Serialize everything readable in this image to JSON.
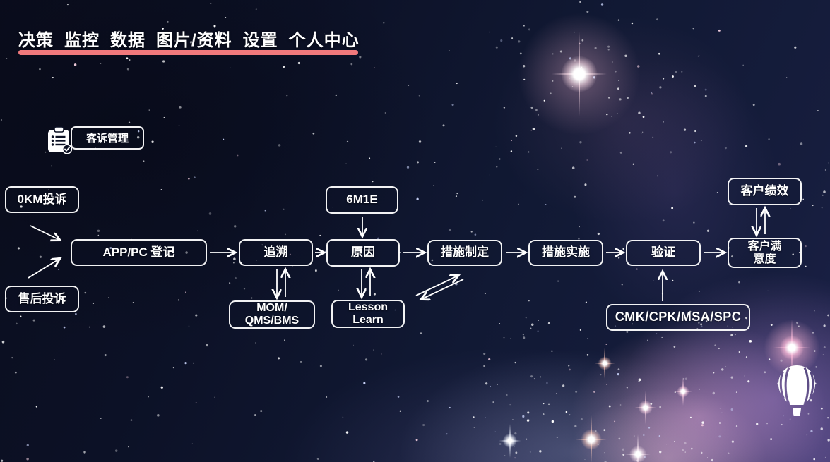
{
  "nav": {
    "items": [
      "决策",
      "监控",
      "数据",
      "图片/资料",
      "设置",
      "个人中心"
    ],
    "underline_color": "#f1797c"
  },
  "legend": {
    "label": "客诉管理",
    "icon": "clipboard-check-icon"
  },
  "flowchart": {
    "nodes": {
      "okm": {
        "label": "0KM投诉"
      },
      "after_sales": {
        "label": "售后投诉"
      },
      "register": {
        "label": "APP/PC 登记"
      },
      "trace": {
        "label": "追溯"
      },
      "m6e1": {
        "label": "6M1E"
      },
      "cause": {
        "label": "原因"
      },
      "plan": {
        "label": "措施制定"
      },
      "implement": {
        "label": "措施实施"
      },
      "verify": {
        "label": "验证"
      },
      "satisfaction": {
        "line1": "客户满",
        "line2": "意度"
      },
      "performance": {
        "label": "客户绩效"
      },
      "mom": {
        "line1": "MOM/",
        "line2": "QMS/BMS"
      },
      "lesson": {
        "line1": "Lesson",
        "line2": "Learn"
      },
      "cmk": {
        "label": "CMK/CPK/MSA/SPC"
      }
    },
    "edges": [
      {
        "from": "okm",
        "to": "register"
      },
      {
        "from": "after_sales",
        "to": "register"
      },
      {
        "from": "register",
        "to": "trace"
      },
      {
        "from": "trace",
        "to": "cause"
      },
      {
        "from": "cause",
        "to": "plan"
      },
      {
        "from": "plan",
        "to": "implement"
      },
      {
        "from": "implement",
        "to": "verify"
      },
      {
        "from": "verify",
        "to": "satisfaction"
      },
      {
        "from": "m6e1",
        "to": "cause"
      },
      {
        "from": "trace",
        "to": "mom"
      },
      {
        "from": "mom",
        "to": "trace"
      },
      {
        "from": "cause",
        "to": "lesson"
      },
      {
        "from": "lesson",
        "to": "cause"
      },
      {
        "from": "performance",
        "to": "satisfaction"
      },
      {
        "from": "satisfaction",
        "to": "performance"
      },
      {
        "from": "cmk",
        "to": "verify"
      },
      {
        "from": "lesson",
        "to": "plan"
      },
      {
        "from": "plan",
        "to": "lesson"
      }
    ]
  },
  "logo": {
    "icon": "hot-air-balloon-icon"
  }
}
